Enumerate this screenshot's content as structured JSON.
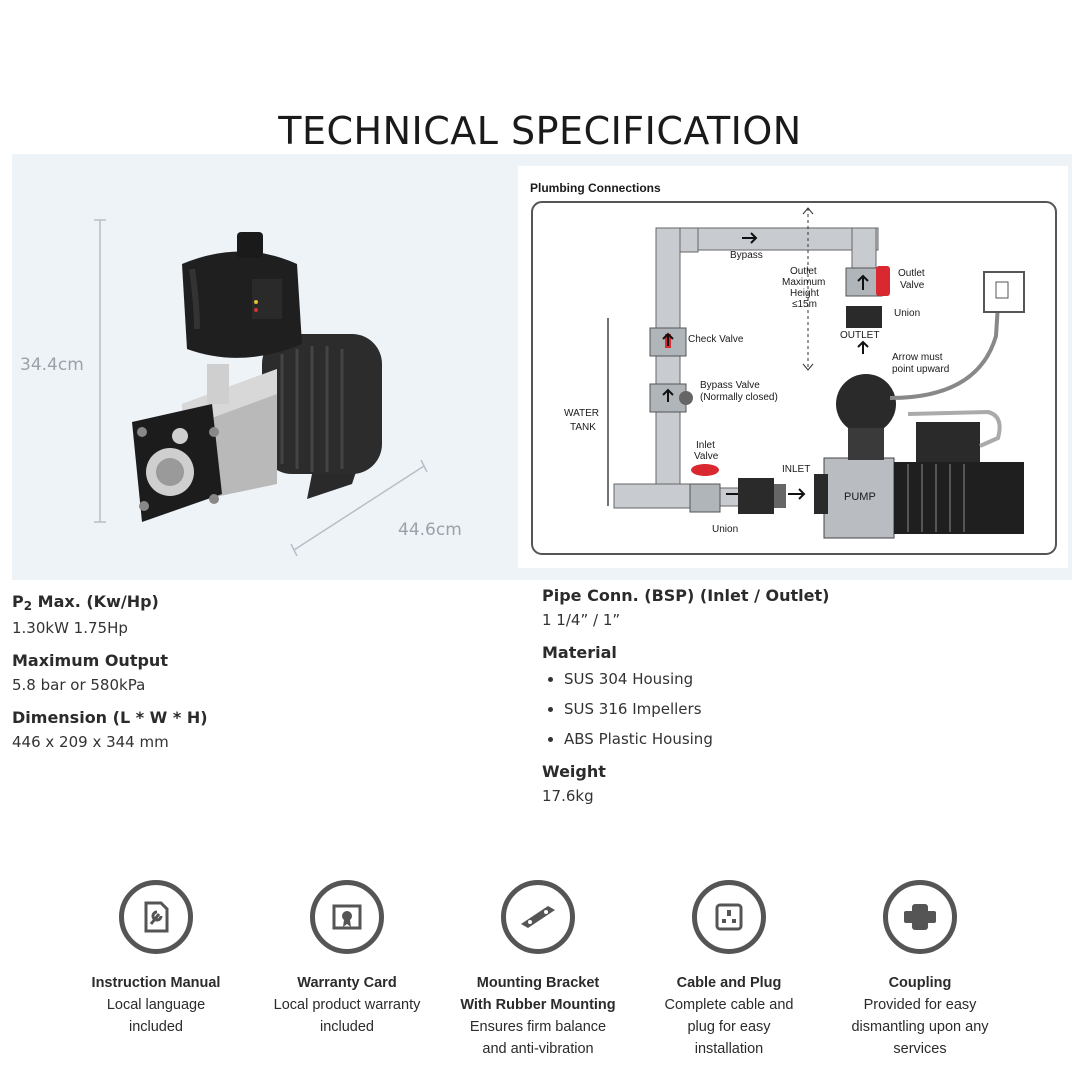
{
  "page": {
    "title": "TECHNICAL SPECIFICATION"
  },
  "product_image": {
    "height_label": "34.4cm",
    "length_label": "44.6cm"
  },
  "diagram": {
    "title": "Plumbing Connections",
    "labels": {
      "bypass": "Bypass",
      "outlet_max_1": "Outlet",
      "outlet_max_2": "Maximum",
      "outlet_max_3": "Height",
      "outlet_max_4": "≤15m",
      "outlet_valve_1": "Outlet",
      "outlet_valve_2": "Valve",
      "union_top": "Union",
      "outlet": "OUTLET",
      "arrow_1": "Arrow must",
      "arrow_2": "point upward",
      "check_valve": "Check Valve",
      "bypass_valve_1": "Bypass Valve",
      "bypass_valve_2": "(Normally closed)",
      "water_tank_1": "WATER",
      "water_tank_2": "TANK",
      "inlet_valve_1": "Inlet",
      "inlet_valve_2": "Valve",
      "inlet": "INLET",
      "pump": "PUMP",
      "union_bottom": "Union"
    }
  },
  "specs_left": [
    {
      "label_main": "P",
      "label_sub": "2",
      "label_rest": " Max. (Kw/Hp)",
      "value": "1.30kW 1.75Hp"
    },
    {
      "label": "Maximum Output",
      "value": "5.8 bar or 580kPa"
    },
    {
      "label": "Dimension (L * W * H)",
      "value": "446 x 209 x 344 mm"
    }
  ],
  "specs_right": {
    "pipe": {
      "label": "Pipe Conn. (BSP) (Inlet / Outlet)",
      "value": "1 1/4” / 1”"
    },
    "material": {
      "label": "Material",
      "items": [
        "SUS 304 Housing",
        "SUS 316 Impellers",
        "ABS Plastic Housing"
      ]
    },
    "weight": {
      "label": "Weight",
      "value": "17.6kg"
    }
  },
  "features": [
    {
      "icon": "manual-icon",
      "title": "Instruction Manual",
      "desc": [
        "Local language",
        "included"
      ]
    },
    {
      "icon": "certificate-icon",
      "title": "Warranty Card",
      "desc": [
        "Local product warranty",
        "included"
      ]
    },
    {
      "icon": "bracket-icon",
      "title": "Mounting Bracket",
      "title2": "With Rubber Mounting",
      "desc": [
        "Ensures firm balance",
        "and anti-vibration"
      ]
    },
    {
      "icon": "socket-icon",
      "title": "Cable and Plug",
      "desc": [
        "Complete cable and",
        "plug for easy",
        "installation"
      ]
    },
    {
      "icon": "coupling-icon",
      "title": "Coupling",
      "desc": [
        "Provided for easy",
        "dismantling upon any",
        "services"
      ]
    }
  ],
  "colors": {
    "icon_ring": "#555555",
    "panel_bg": "#eef3f8",
    "valve_red": "#d9282f"
  }
}
